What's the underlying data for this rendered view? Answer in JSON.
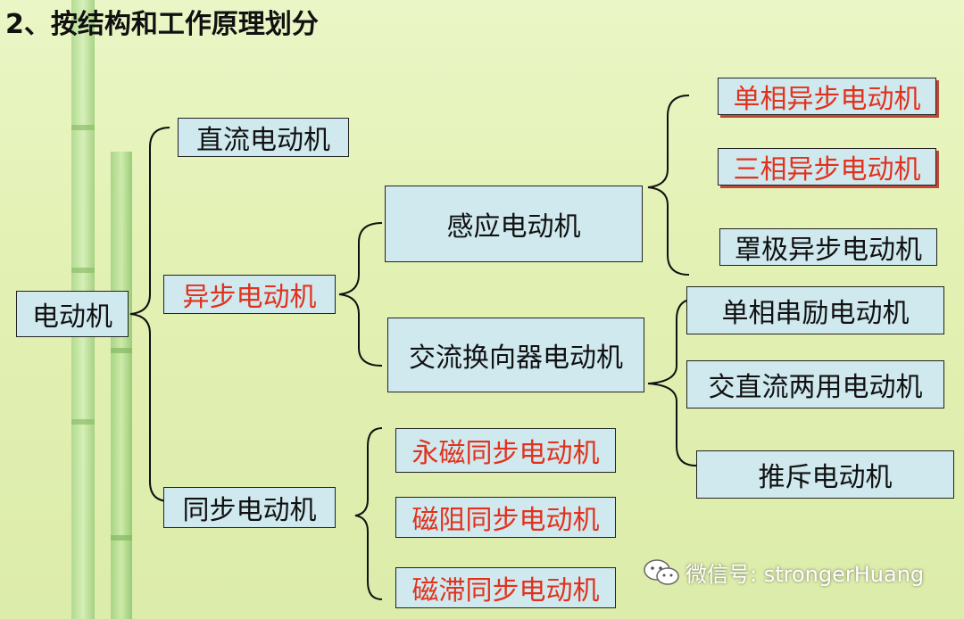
{
  "title": "2、按结构和工作原理划分",
  "nodes": {
    "root": "电动机",
    "dc": "直流电动机",
    "async": "异步电动机",
    "sync": "同步电动机",
    "induction": "感应电动机",
    "ac_commutator": "交流换向器电动机",
    "single_phase_async": "单相异步电动机",
    "three_phase_async": "三相异步电动机",
    "shaded_pole_async": "罩极异步电动机",
    "single_phase_series": "单相串励电动机",
    "ac_dc_universal": "交直流两用电动机",
    "repulsion": "推斥电动机",
    "pm_sync": "永磁同步电动机",
    "reluctance_sync": "磁阻同步电动机",
    "hysteresis_sync": "磁滞同步电动机"
  },
  "watermark": "微信号: strongerHuang",
  "colors": {
    "highlight_text": "#e2311c",
    "node_fill": "#cfe9ef",
    "background": "#e3f1b4"
  }
}
